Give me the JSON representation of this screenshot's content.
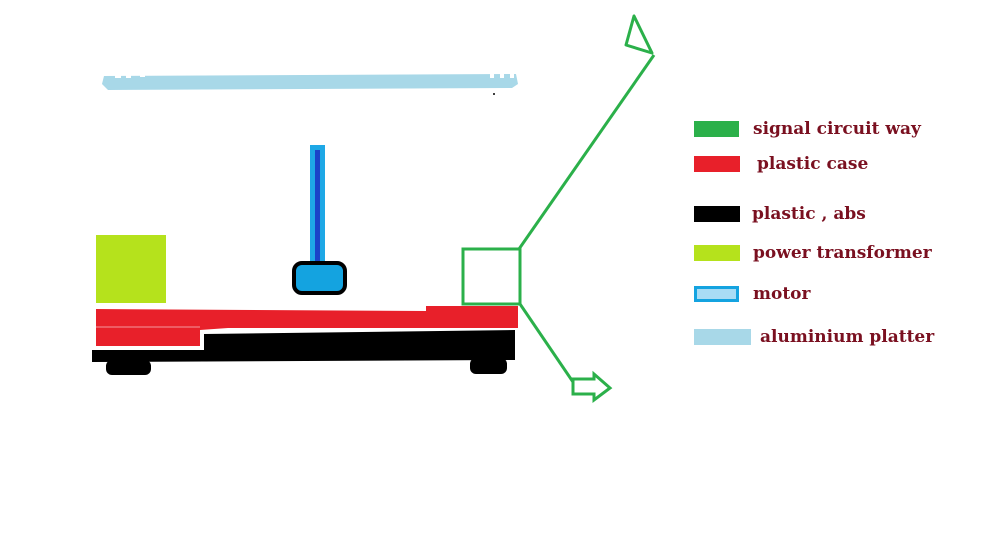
{
  "colors": {
    "signal": "#2bb04a",
    "case": "#e8202a",
    "abs": "#000000",
    "transformer": "#b5e21c",
    "motor_fill": "#14a3e0",
    "motor_inner": "#a8dcf5",
    "platter": "#a8d8e8",
    "shaft_outer": "#1ea8e6",
    "shaft_inner": "#1a44c8",
    "label": "#7a1020"
  },
  "legend": [
    {
      "key": "signal",
      "label": "signal circuit way"
    },
    {
      "key": "case",
      "label": "plastic case"
    },
    {
      "key": "abs",
      "label": "plastic , abs"
    },
    {
      "key": "transformer",
      "label": "power transformer"
    },
    {
      "key": "motor",
      "label": "motor"
    },
    {
      "key": "platter",
      "label": "aluminium platter"
    }
  ]
}
